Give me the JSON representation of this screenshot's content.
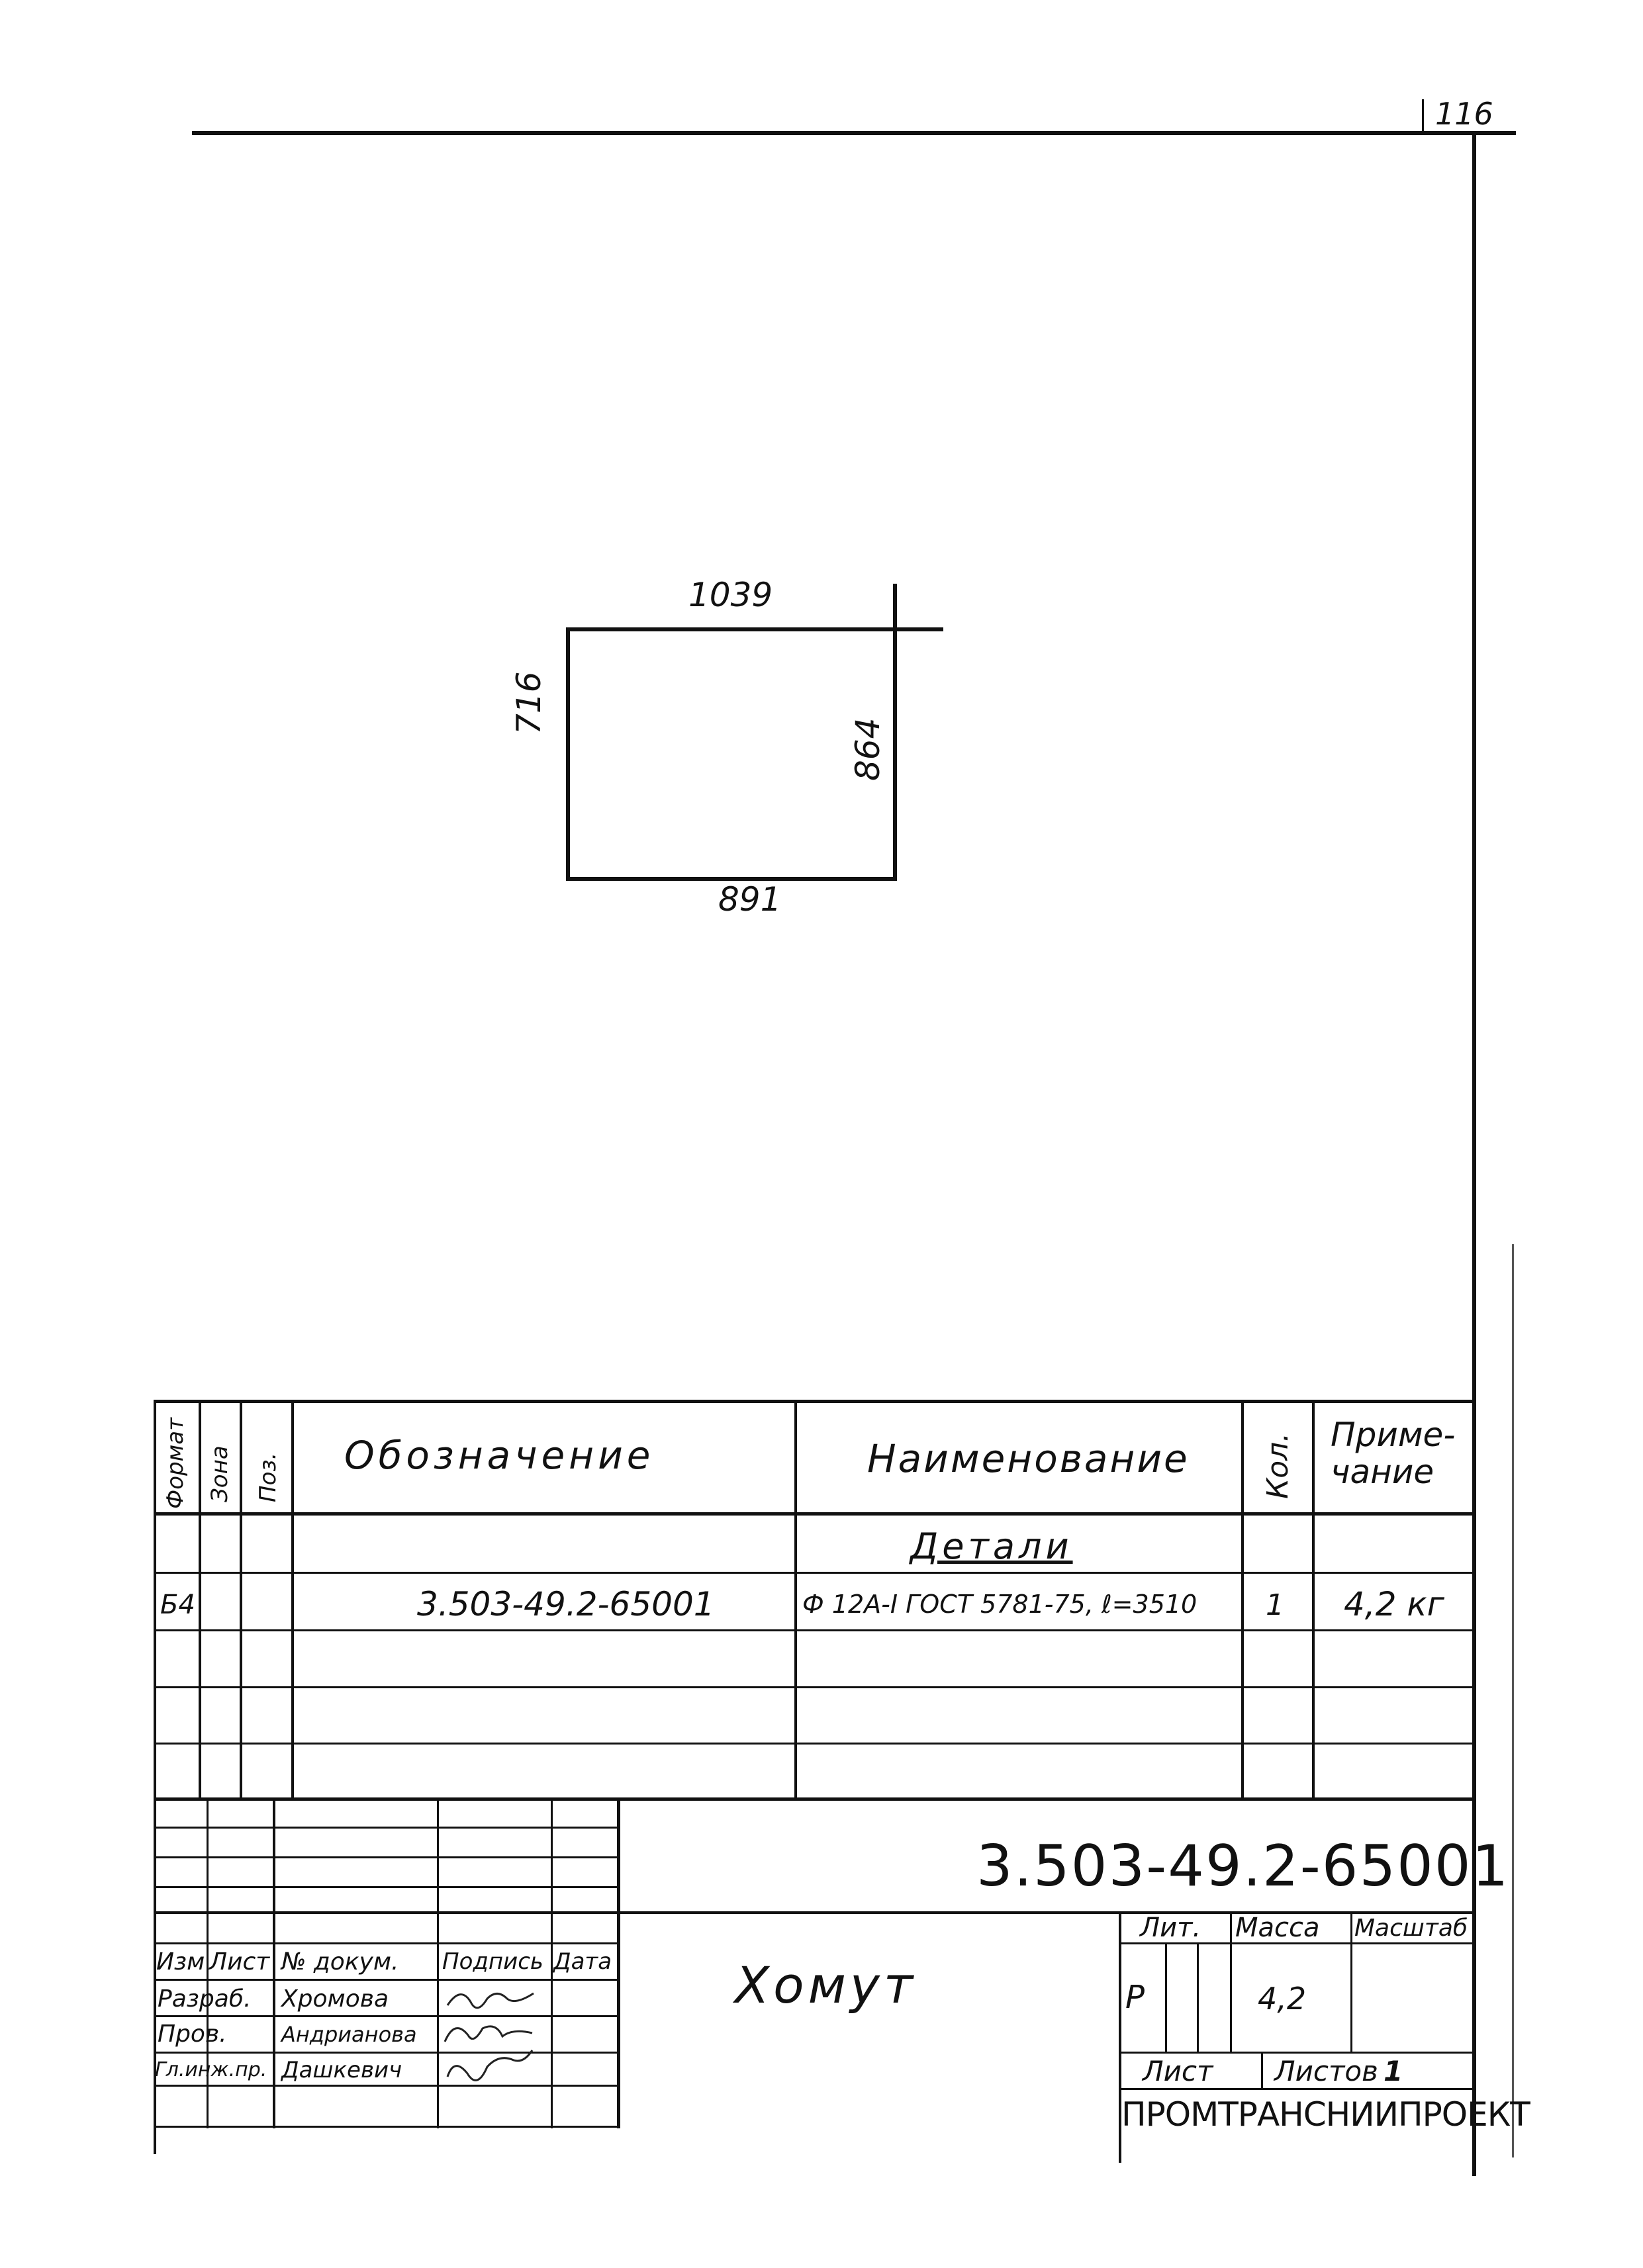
{
  "sheet_number": "116",
  "drawing": {
    "dim_top": "1039",
    "dim_left": "716",
    "dim_right": "864",
    "dim_bottom": "891"
  },
  "spec_table": {
    "headers": {
      "format": "Формат",
      "zone": "Зона",
      "pos": "Поз.",
      "designation": "Обозначение",
      "name": "Наименование",
      "qty": "Кол.",
      "note": "Приме-\nчание"
    },
    "section_title": "Детали",
    "rows": [
      {
        "format": "Б4",
        "designation": "3.503-49.2-65001",
        "name": "Ф 12А-I ГОСТ 5781-75, ℓ=3510",
        "qty": "1",
        "note": "4,2 кг"
      }
    ]
  },
  "title_block": {
    "doc_code": "3.503-49.2-65001",
    "title": "Хомут",
    "col_headers": {
      "izm": "Изм",
      "list": "Лист",
      "doc_num": "№ докум.",
      "signature": "Подпись",
      "date": "Дата"
    },
    "roles": [
      {
        "role": "Разраб.",
        "name": "Хромова"
      },
      {
        "role": "Пров.",
        "name": "Андрианова"
      },
      {
        "role": "Гл.инж.пр.",
        "name": "Дашкевич"
      }
    ],
    "lit_label": "Лит.",
    "mass_label": "Масса",
    "scale_label": "Масштаб",
    "lit_value": "Р",
    "mass_value": "4,2",
    "sheet_label": "Лист",
    "sheets_label": "Листов",
    "sheets_value": "1",
    "organization": "ПРОМТРАНСНИИПРОЕКТ"
  }
}
